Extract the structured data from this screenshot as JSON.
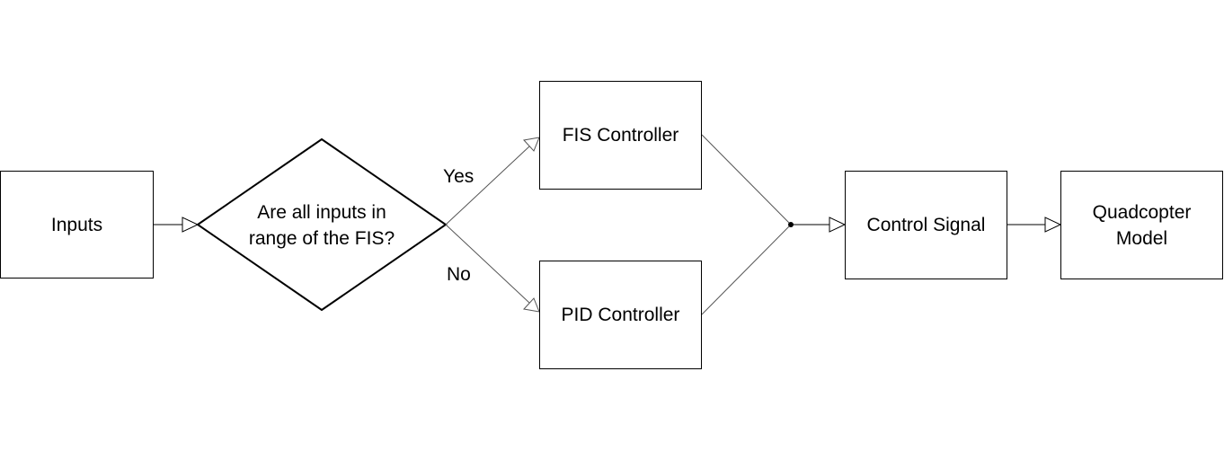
{
  "nodes": {
    "inputs": "Inputs",
    "decision": {
      "line1": "Are all inputs in",
      "line2": "range of the FIS?"
    },
    "fis_controller": "FIS Controller",
    "pid_controller": "PID Controller",
    "control_signal": "Control Signal",
    "quadcopter": {
      "line1": "Quadcopter",
      "line2": "Model"
    }
  },
  "edges": {
    "yes_label": "Yes",
    "no_label": "No"
  },
  "colors": {
    "node_border": "#000000",
    "connector_line": "#555555",
    "arrowhead_fill": "#ffffff",
    "background": "#ffffff"
  }
}
